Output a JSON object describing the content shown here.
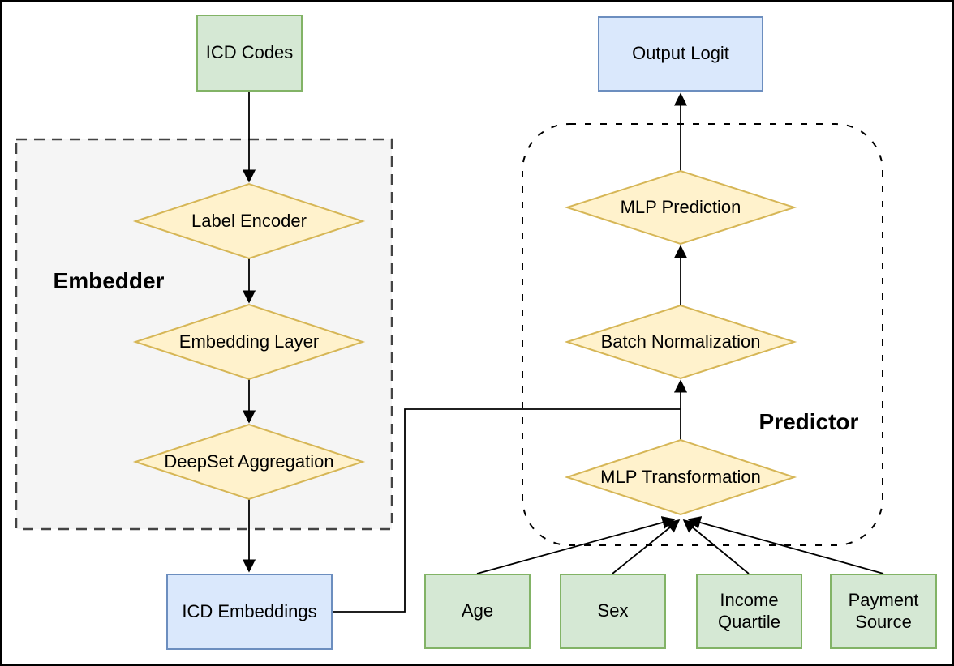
{
  "groups": {
    "embedder": {
      "label": "Embedder"
    },
    "predictor": {
      "label": "Predictor"
    }
  },
  "nodes": {
    "icd_codes": {
      "label": "ICD Codes",
      "shape": "rectangle",
      "color": "green"
    },
    "label_encoder": {
      "label": "Label Encoder",
      "shape": "diamond",
      "color": "yellow"
    },
    "embedding_layer": {
      "label": "Embedding Layer",
      "shape": "diamond",
      "color": "yellow"
    },
    "deepset_aggregation": {
      "label": "DeepSet Aggregation",
      "shape": "diamond",
      "color": "yellow"
    },
    "icd_embeddings": {
      "label": "ICD Embeddings",
      "shape": "rectangle",
      "color": "blue"
    },
    "output_logit": {
      "label": "Output Logit",
      "shape": "rectangle",
      "color": "blue"
    },
    "mlp_prediction": {
      "label": "MLP Prediction",
      "shape": "diamond",
      "color": "yellow"
    },
    "batch_normalization": {
      "label": "Batch Normalization",
      "shape": "diamond",
      "color": "yellow"
    },
    "mlp_transformation": {
      "label": "MLP Transformation",
      "shape": "diamond",
      "color": "yellow"
    },
    "age": {
      "label": "Age",
      "shape": "rectangle",
      "color": "green"
    },
    "sex": {
      "label": "Sex",
      "shape": "rectangle",
      "color": "green"
    },
    "income_quartile": {
      "label": "Income Quartile",
      "shape": "rectangle",
      "color": "green"
    },
    "payment_source": {
      "label": "Payment Source",
      "shape": "rectangle",
      "color": "green"
    }
  },
  "edges": [
    {
      "from": "ICD Codes",
      "to": "Label Encoder"
    },
    {
      "from": "Label Encoder",
      "to": "Embedding Layer"
    },
    {
      "from": "Embedding Layer",
      "to": "DeepSet Aggregation"
    },
    {
      "from": "DeepSet Aggregation",
      "to": "ICD Embeddings"
    },
    {
      "from": "ICD Embeddings",
      "to": "Batch Normalization"
    },
    {
      "from": "MLP Transformation",
      "to": "Batch Normalization"
    },
    {
      "from": "Batch Normalization",
      "to": "MLP Prediction"
    },
    {
      "from": "MLP Prediction",
      "to": "Output Logit"
    },
    {
      "from": "Age",
      "to": "MLP Transformation"
    },
    {
      "from": "Sex",
      "to": "MLP Transformation"
    },
    {
      "from": "Income Quartile",
      "to": "MLP Transformation"
    },
    {
      "from": "Payment Source",
      "to": "MLP Transformation"
    }
  ],
  "colors": {
    "green_fill": "#d5e8d4",
    "green_border": "#82b366",
    "blue_fill": "#dae8fc",
    "blue_border": "#6c8ebf",
    "yellow_fill": "#fff2cc",
    "yellow_border": "#d6b656",
    "embedder_group_fill": "#f5f5f5",
    "embedder_group_border": "#444444",
    "predictor_group_border": "#000000",
    "edge": "#000000",
    "outer_border": "#000000"
  }
}
